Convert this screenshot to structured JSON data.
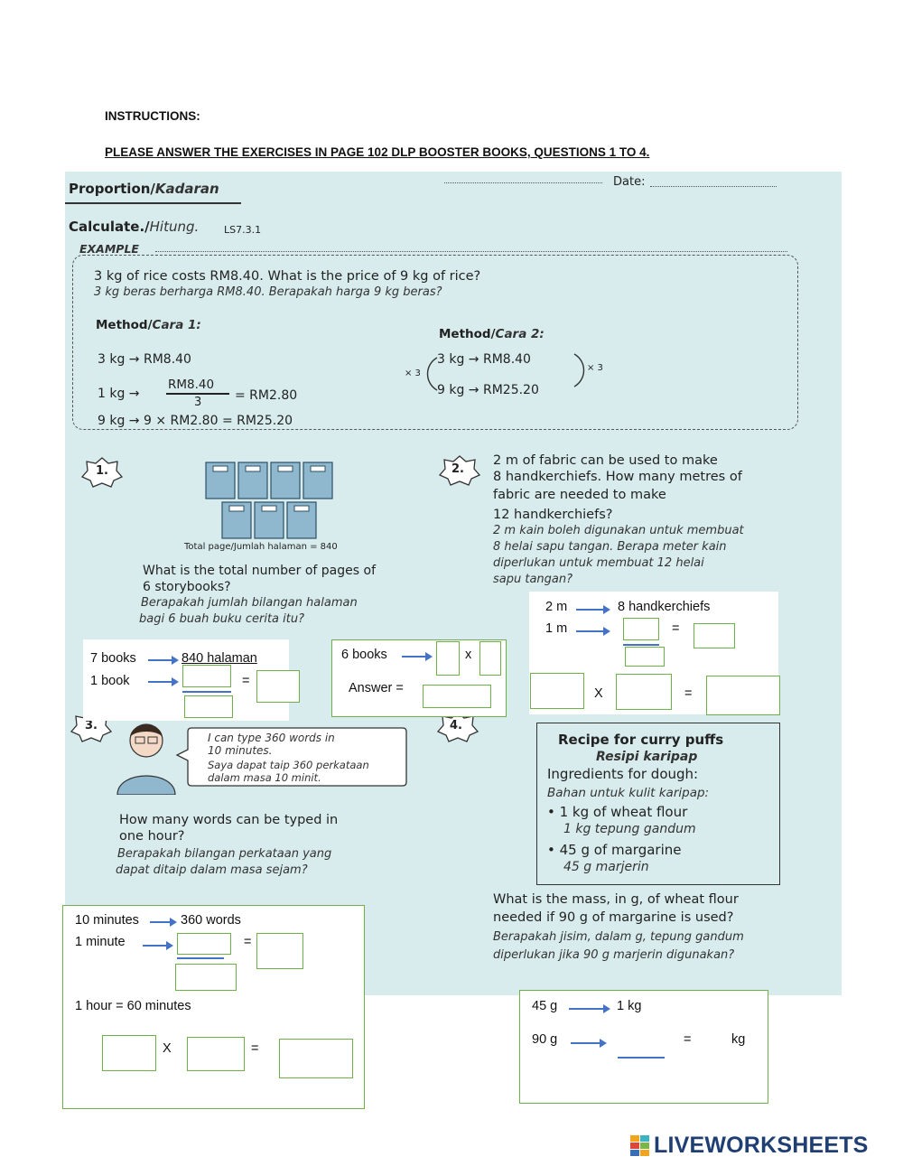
{
  "instructions": {
    "heading": "INSTRUCTIONS:",
    "text": "PLEASE ANSWER THE EXERCISES IN PAGE 102 DLP BOOSTER BOOKS, QUESTIONS 1 TO 4."
  },
  "sheet": {
    "title_en": "Proportion/",
    "title_ms": "Kadaran",
    "date_label": "Date:",
    "calc_en": "Calculate./",
    "calc_ms": "Hitung.",
    "code": "LS7.3.1",
    "example_label": "EXAMPLE",
    "example": {
      "q_en": "3 kg of rice costs RM8.40. What is the price of 9 kg of rice?",
      "q_ms": "3 kg beras berharga RM8.40. Berapakah harga 9 kg beras?",
      "m1_en": "Method/",
      "m1_ms": "Cara 1:",
      "m1_l1": "3 kg → RM8.40",
      "m1_l2a": "1 kg →",
      "m1_num": "RM8.40",
      "m1_den": "3",
      "m1_l2b": "= RM2.80",
      "m1_l3": "9 kg → 9 × RM2.80 = RM25.20",
      "m2_en": "Method/",
      "m2_ms": "Cara 2:",
      "m2_l1": "3 kg → RM8.40",
      "m2_l2": "9 kg → RM25.20",
      "m2_left": "× 3",
      "m2_right": "× 3"
    },
    "q1": {
      "num": "1.",
      "caption": "Total page/Jumlah halaman = 840",
      "en1": "What is the total number of pages of",
      "en2": "6 storybooks?",
      "ms1": "Berapakah jumlah bilangan halaman",
      "ms2": "bagi 6 buah buku cerita itu?"
    },
    "q2": {
      "num": "2.",
      "en1": "2 m of fabric can be used to make",
      "en2": "8 handkerchiefs. How many metres of",
      "en3": "fabric are needed to make",
      "en4": "12 handkerchiefs?",
      "ms1": "2 m kain boleh digunakan untuk membuat",
      "ms2": "8 helai sapu tangan. Berapa meter kain",
      "ms3": "diperlukan untuk membuat 12 helai",
      "ms4": "sapu tangan?"
    },
    "q3": {
      "num": "3.",
      "b1": "I can type 360 words in",
      "b2": "10 minutes.",
      "b3": "Saya dapat taip 360 perkataan",
      "b4": "dalam masa 10 minit.",
      "en1": "How many words can be typed in",
      "en2": "one hour?",
      "ms1": "Berapakah bilangan perkataan yang",
      "ms2": "dapat ditaip dalam masa sejam?"
    },
    "q4": {
      "num": "4.",
      "r_title": "Recipe for curry puffs",
      "r_title_ms": "Resipi karipap",
      "r_ing": "Ingredients for dough:",
      "r_ing_ms": "Bahan untuk kulit karipap:",
      "r_i1": "• 1 kg of wheat flour",
      "r_i1_ms": "1 kg tepung gandum",
      "r_i2": "• 45 g of margarine",
      "r_i2_ms": "45 g marjerin",
      "en1": "What is the mass, in g, of wheat flour",
      "en2": "needed if 90 g of margarine is used?",
      "ms1": "Berapakah jisim, dalam g, tepung gandum",
      "ms2": "diperlukan jika 90 g marjerin digunakan?"
    }
  },
  "answers": {
    "a1": {
      "l1a": "7 books",
      "l1b": "840 halaman",
      "l2": "1 book",
      "eq": "="
    },
    "a1b": {
      "l1": "6 books",
      "x": "x",
      "ans": "Answer ="
    },
    "a2": {
      "l1a": "2 m",
      "l1b": "8 handkerchiefs",
      "l2": "1 m",
      "eq": "=",
      "x": "X",
      "eq2": "="
    },
    "a3": {
      "l1a": "10 minutes",
      "l1b": "360 words",
      "l2": "1 minute",
      "eq": "=",
      "l3": "1 hour = 60 minutes",
      "x": "X",
      "eq2": "="
    },
    "a4": {
      "l1a": "45 g",
      "l1b": "1 kg",
      "l2": "90 g",
      "eq": "=",
      "unit": "kg"
    }
  },
  "footer": {
    "brand": "LIVEWORKSHEETS"
  }
}
